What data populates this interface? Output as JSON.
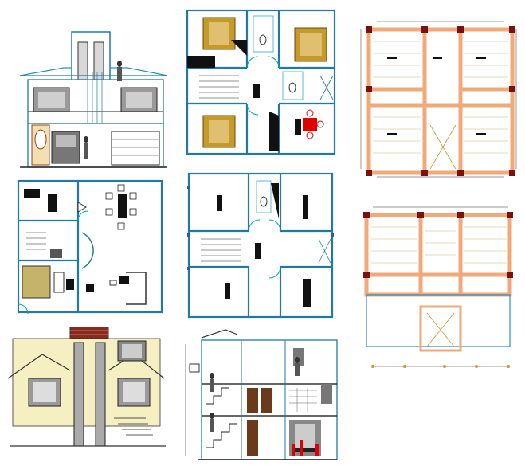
{
  "drawing_sheet": {
    "panels": [
      {
        "id": "front-elevation",
        "kind": "elevation"
      },
      {
        "id": "first-floor-plan",
        "kind": "floor-plan"
      },
      {
        "id": "first-floor-structure-plan",
        "kind": "structural-plan"
      },
      {
        "id": "ground-floor-plan",
        "kind": "floor-plan"
      },
      {
        "id": "ground-floor-column-layout",
        "kind": "floor-plan"
      },
      {
        "id": "ground-floor-structure-plan",
        "kind": "structural-plan"
      },
      {
        "id": "rear-elevation",
        "kind": "elevation"
      },
      {
        "id": "cross-section",
        "kind": "section"
      }
    ],
    "colors": {
      "walls": "#1f7aa6",
      "beams": "#f2a97a",
      "columns": "#8a5a2b",
      "furniture": "#b8860b",
      "fixture_red": "#e00000",
      "pillar": "#7a1010"
    }
  }
}
